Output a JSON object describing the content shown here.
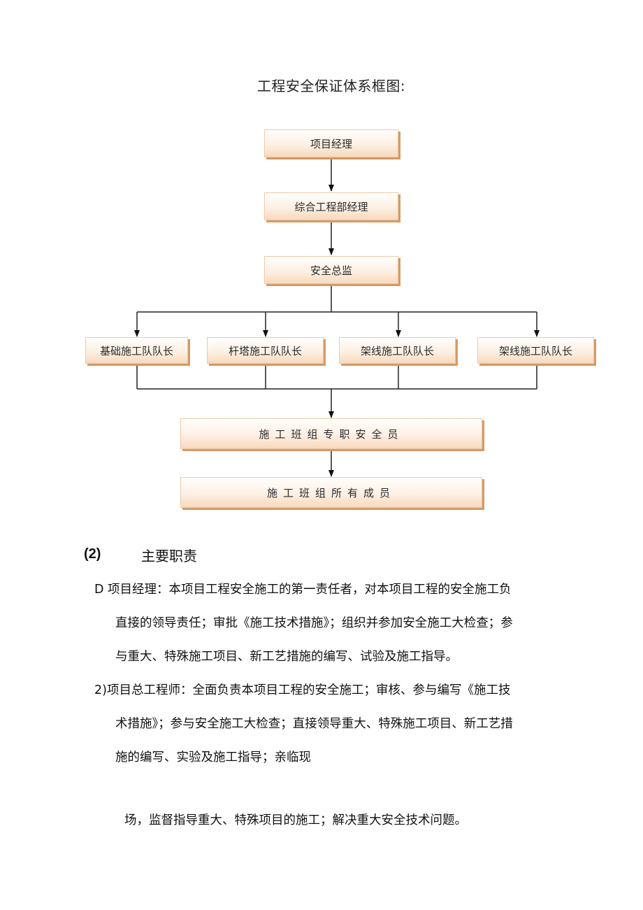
{
  "title": "工程安全保证体系框图:",
  "org_chart": {
    "project_manager": "项目经理",
    "general_manager": "综合工程部经理",
    "safety_director": "安全总监",
    "team_leaders": [
      "基础施工队队长",
      "杆塔施工队队长",
      "架线施工队队长",
      "架线施工队队长"
    ],
    "safety_officers": "施工班组专职安全员",
    "all_members": "施工班组所有成员"
  },
  "section": {
    "number": "(2)",
    "heading": "主要职责"
  },
  "paragraphs": {
    "p1_line1": "D 项目经理：本项目工程安全施工的第一责任者，对本项目工程的安全施工负",
    "p1_line2": "直接的领导责任；审批《施工技术措施》；组织并参加安全施工大检查；参",
    "p1_line3": "与重大、特殊施工项目、新工艺措施的编写、试验及施工指导。",
    "p2_line1": "2)项目总工程师：全面负责本项目工程的安全施工；审核、参与编写《施工技",
    "p2_line2": "术措施》；参与安全施工大检查；直接领导重大、特殊施工项目、新工艺措",
    "p2_line3": "施的编写、实验及施工指导；亲临现",
    "p2_line4": "场，监督指导重大、特殊项目的施工；解决重大安全技术问题。"
  }
}
